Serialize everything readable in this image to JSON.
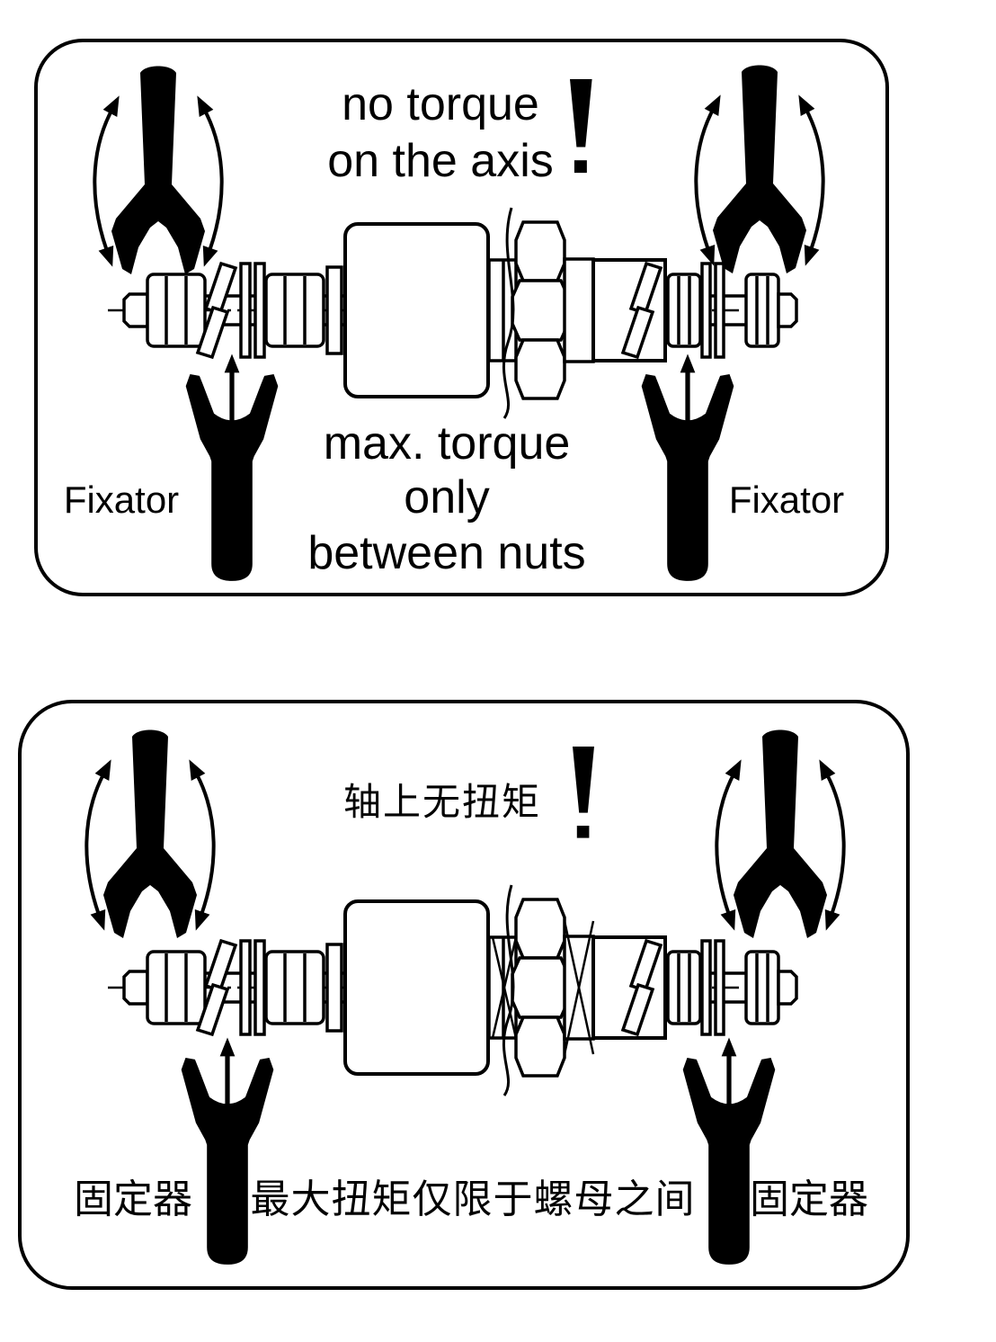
{
  "panel_top": {
    "title_line1": "no torque",
    "title_line2": "on the axis",
    "exclamation": "!",
    "fixator_left": "Fixator",
    "fixator_right": "Fixator",
    "note_line1": "max. torque",
    "note_line2": "only",
    "note_line3": "between nuts"
  },
  "panel_bottom": {
    "title": "轴上无扭矩",
    "exclamation": "!",
    "fixator_left": "固定器",
    "fixator_right": "固定器",
    "note": "最大扭矩仅限于螺母之间"
  },
  "colors": {
    "ink": "#000000",
    "paper": "#ffffff"
  }
}
